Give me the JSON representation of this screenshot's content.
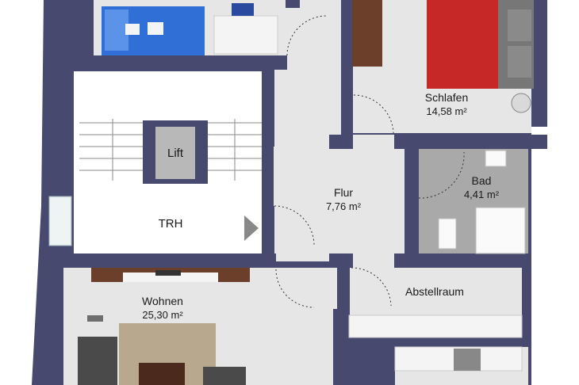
{
  "rooms": {
    "schlafen": {
      "name": "Schlafen",
      "area": "14,58 m²"
    },
    "bad": {
      "name": "Bad",
      "area": "4,41 m²"
    },
    "flur": {
      "name": "Flur",
      "area": "7,76 m²"
    },
    "trh": {
      "name": "TRH"
    },
    "lift": {
      "name": "Lift"
    },
    "abstellraum": {
      "name": "Abstellraum"
    },
    "wohnen": {
      "name": "Wohnen",
      "area": "25,30 m²"
    }
  },
  "colors": {
    "wall": "#47496f",
    "floor": "#e6e6e6",
    "tile": "#a9a9a9",
    "bed_red": "#c62828",
    "blanket_blue": "#2f6fd6",
    "rug": "#b8a98e",
    "sofa": "#4a4a4a",
    "cabinet": "#6b3f2a"
  }
}
